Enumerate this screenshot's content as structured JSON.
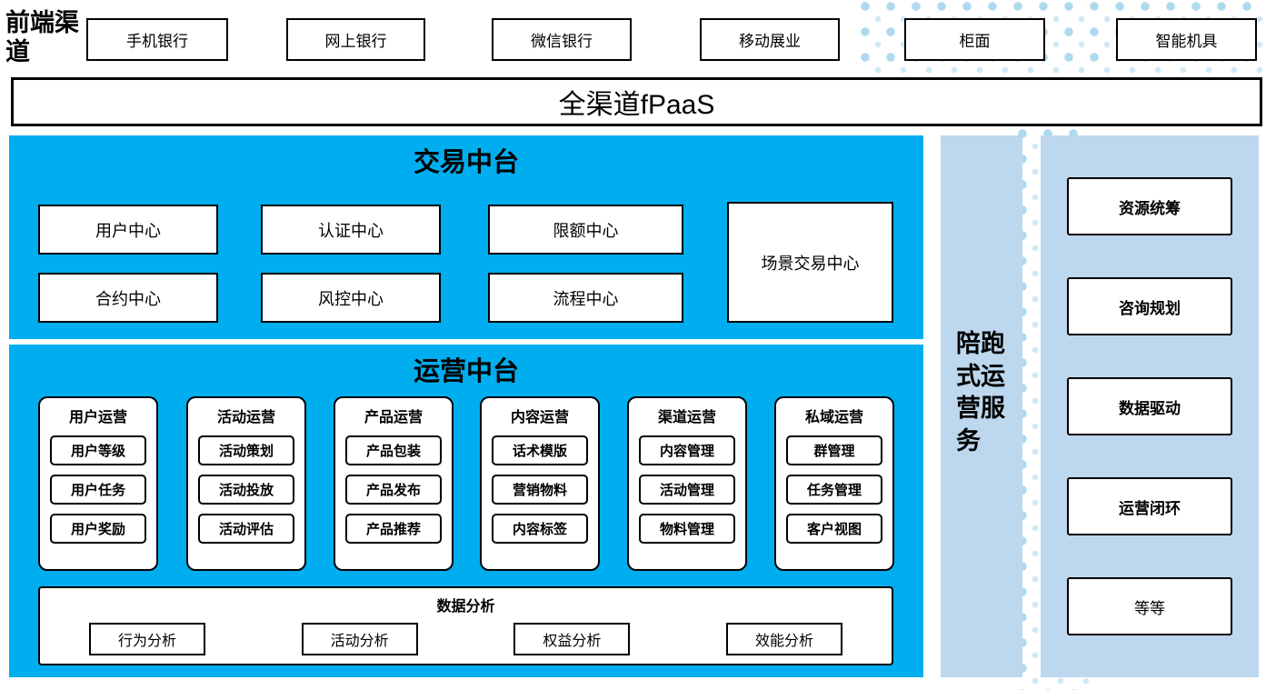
{
  "colors": {
    "cyan": "#00AEEF",
    "light_blue": "#BDD7EE",
    "dots": "#AEDAF0"
  },
  "front": {
    "label": "前端渠道",
    "channels": [
      "手机银行",
      "网上银行",
      "微信银行",
      "移动展业",
      "柜面",
      "智能机具"
    ]
  },
  "fpaas": {
    "title": "全渠道fPaaS"
  },
  "transaction": {
    "title": "交易中台",
    "row1": [
      "用户中心",
      "认证中心",
      "限额中心"
    ],
    "row2": [
      "合约中心",
      "风控中心",
      "流程中心"
    ],
    "scenario": "场景交易中心"
  },
  "operations": {
    "title": "运营中台",
    "columns": [
      {
        "title": "用户运营",
        "items": [
          "用户等级",
          "用户任务",
          "用户奖励"
        ]
      },
      {
        "title": "活动运营",
        "items": [
          "活动策划",
          "活动投放",
          "活动评估"
        ]
      },
      {
        "title": "产品运营",
        "items": [
          "产品包装",
          "产品发布",
          "产品推荐"
        ]
      },
      {
        "title": "内容运营",
        "items": [
          "话术模版",
          "营销物料",
          "内容标签"
        ]
      },
      {
        "title": "渠道运营",
        "items": [
          "内容管理",
          "活动管理",
          "物料管理"
        ]
      },
      {
        "title": "私域运营",
        "items": [
          "群管理",
          "任务管理",
          "客户视图"
        ]
      }
    ],
    "analysis": {
      "title": "数据分析",
      "items": [
        "行为分析",
        "活动分析",
        "权益分析",
        "效能分析"
      ]
    }
  },
  "side_service": {
    "label": "陪跑式运营服务"
  },
  "right_panel": {
    "items": [
      "资源统筹",
      "咨询规划",
      "数据驱动",
      "运营闭环",
      "等等"
    ]
  }
}
